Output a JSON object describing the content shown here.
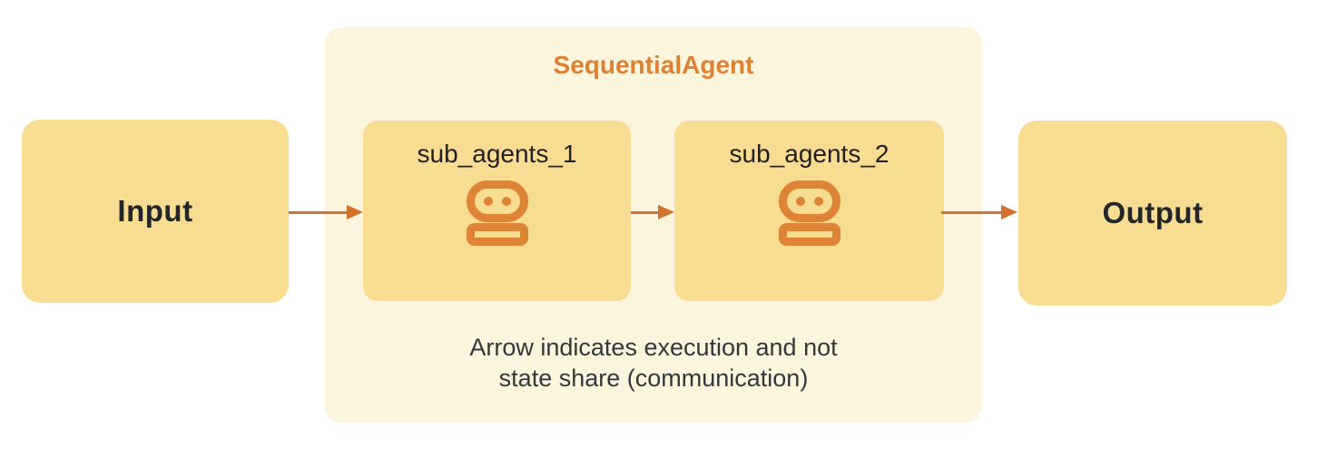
{
  "diagram": {
    "input_label": "Input",
    "output_label": "Output",
    "container": {
      "title": "SequentialAgent",
      "sub_agents": [
        {
          "label": "sub_agents_1",
          "icon": "robot-icon"
        },
        {
          "label": "sub_agents_2",
          "icon": "robot-icon"
        }
      ],
      "caption_line1": "Arrow indicates execution and not",
      "caption_line2": "state share (communication)"
    }
  },
  "colors": {
    "box_fill": "#F7DC92",
    "container_fill": "#FCF5DE",
    "arrow": "#D2732D",
    "icon": "#DD8534",
    "title": "#DE8133",
    "text_dark": "#22262B",
    "label_text": "#202124",
    "caption_text": "#33373C"
  }
}
